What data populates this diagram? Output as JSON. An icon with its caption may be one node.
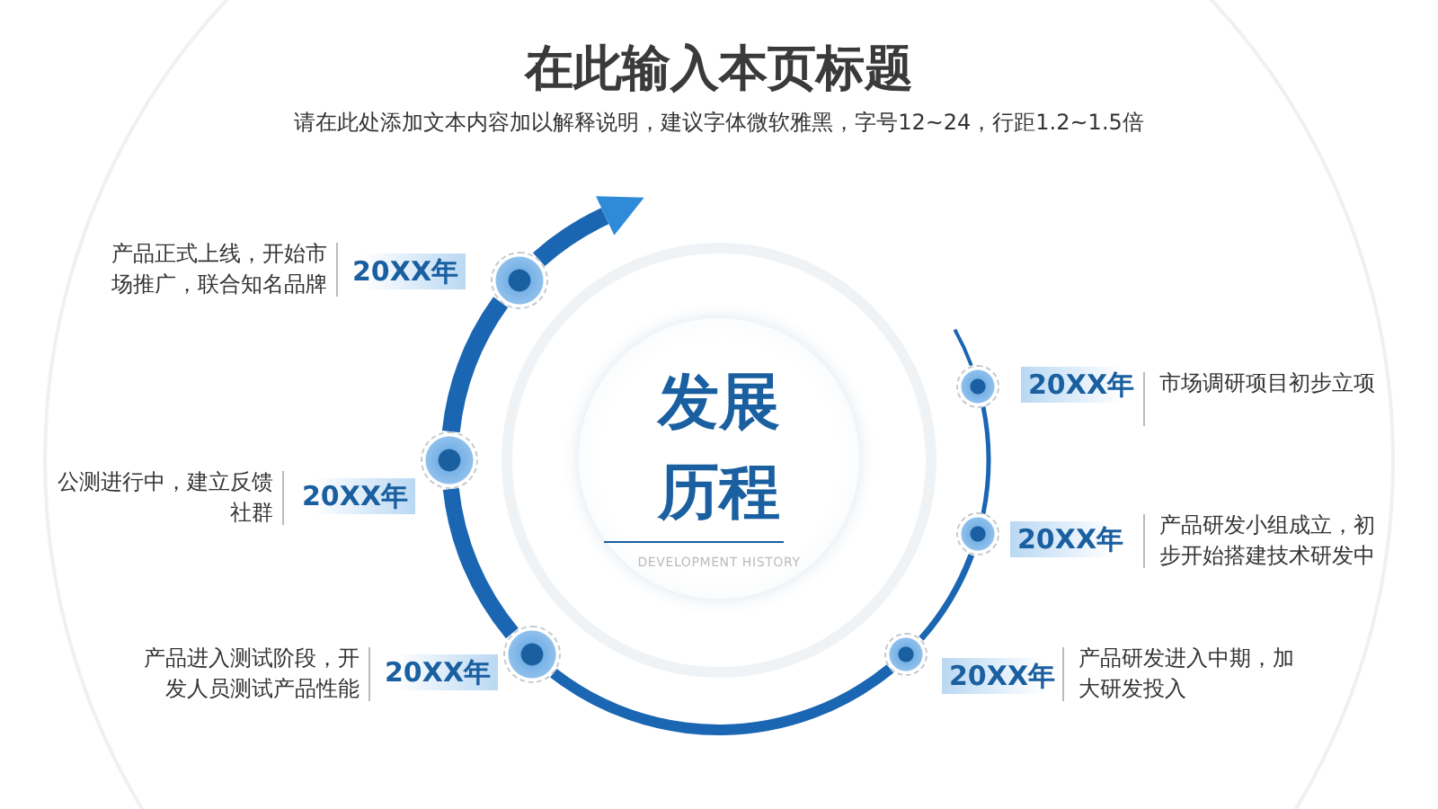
{
  "diagram": {
    "title": "在此输入本页标题",
    "nodes": [
      {
        "text": [
          "发展历程",
          "DEVELOPMENT HISTORY"
        ]
      },
      {
        "text": [],
        "shape": "circle",
        "beside": [
          "20XX年",
          "市场调研项目初步立项"
        ]
      },
      {
        "text": [],
        "shape": "circle",
        "beside": [
          "20XX年",
          "产品研发小组成立，初步开始搭建技术研发中"
        ]
      },
      {
        "text": [],
        "shape": "circle",
        "beside": [
          "20XX年",
          "产品研发进入中期，加大研发投入"
        ]
      },
      {
        "text": [],
        "shape": "circle",
        "beside": [
          "20XX年",
          "产品进入测试阶段，开发人员测试产品性能"
        ]
      },
      {
        "text": [],
        "shape": "circle",
        "beside": [
          "20XX年",
          "公测进行中，建立反馈社群"
        ]
      },
      {
        "text": [],
        "shape": "circle",
        "beside": [
          "20XX年",
          "产品正式上线，开始市场推广，联合知名品牌"
        ]
      }
    ],
    "edges": [
      {
        "from": null,
        "to": 1,
        "arrow": "none"
      },
      {
        "from": 1,
        "to": 2,
        "arrow": "none"
      },
      {
        "from": 2,
        "to": 3,
        "arrow": "none"
      },
      {
        "from": 3,
        "to": 4,
        "arrow": "none"
      },
      {
        "from": 4,
        "to": 5,
        "arrow": "none"
      },
      {
        "from": 5,
        "to": 6,
        "arrow": "none"
      },
      {
        "from": 6,
        "to": null,
        "arrow": "to"
      }
    ],
    "labels": [
      "请在此处添加文本内容加以解释说明，建议字体微软雅黑，字号12~24，行距1.2~1.5倍"
    ]
  }
}
